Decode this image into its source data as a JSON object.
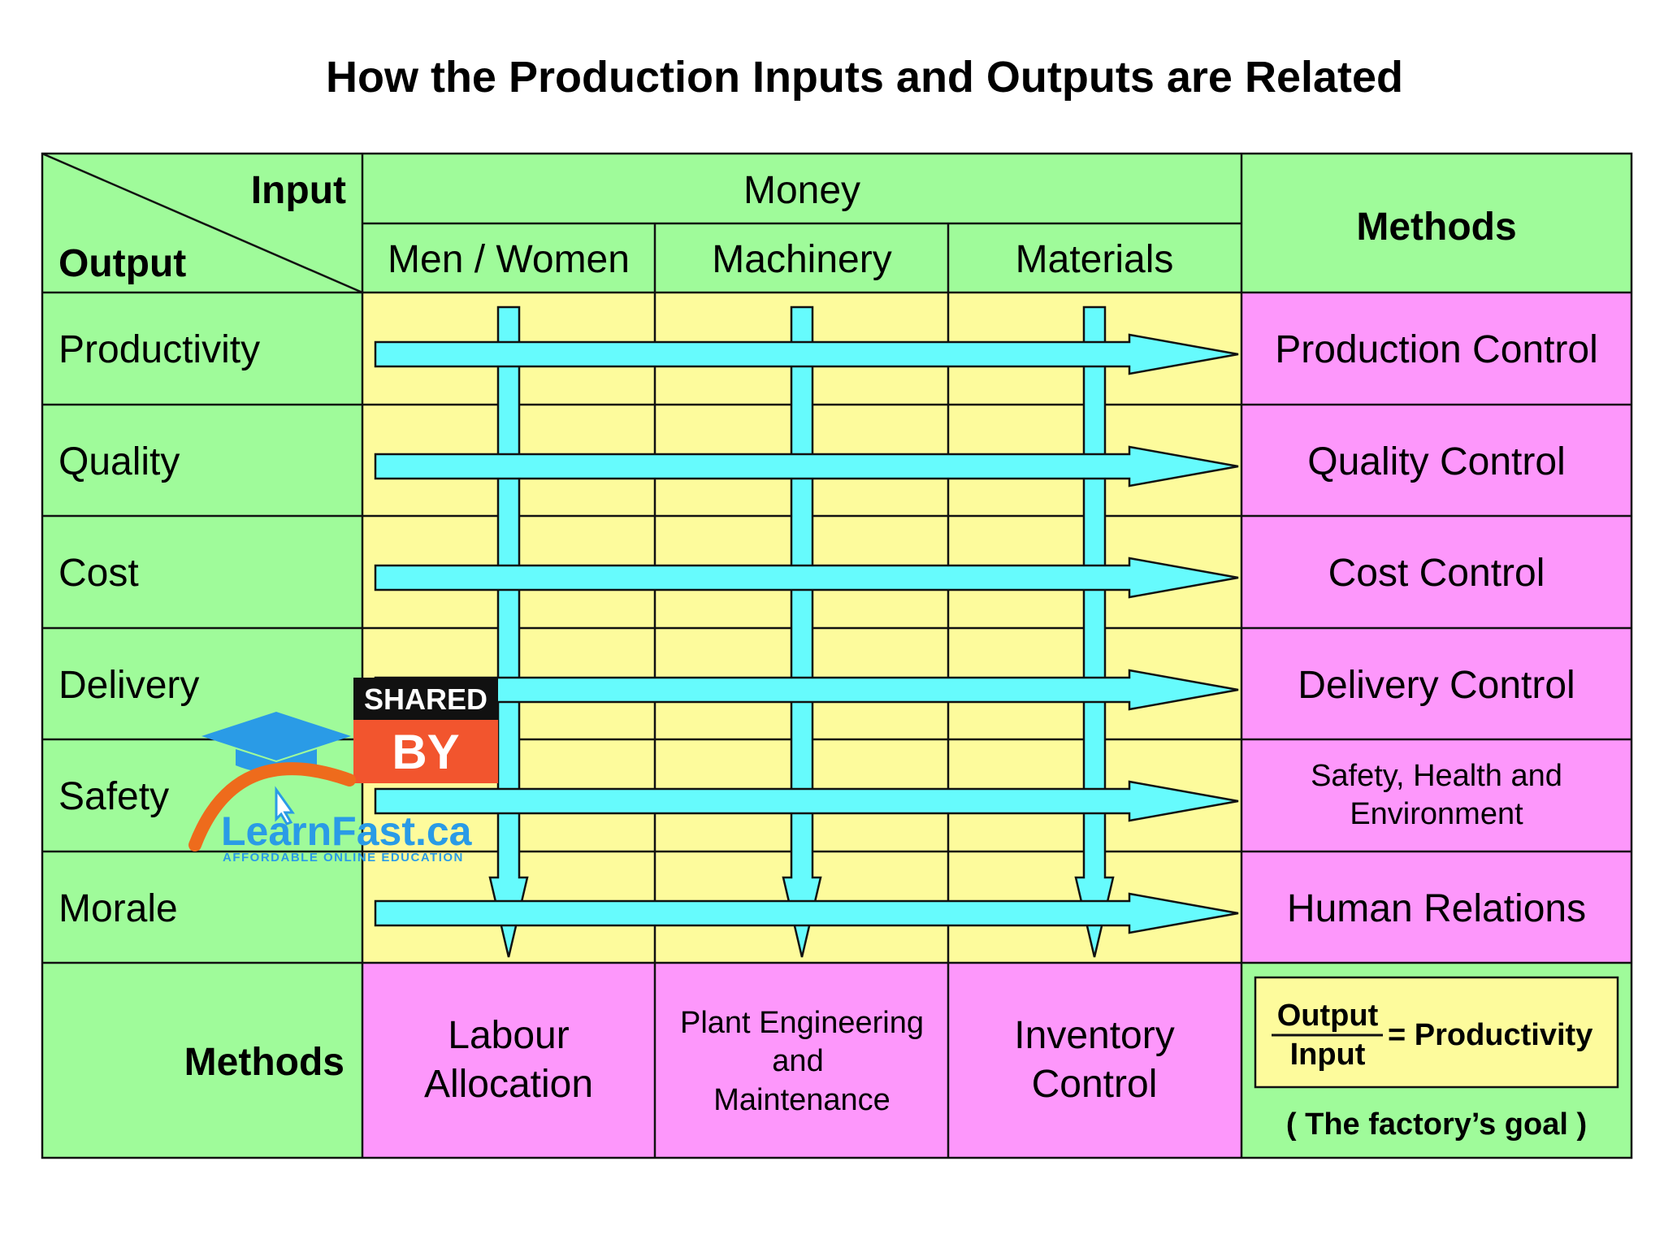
{
  "title": "How the Production Inputs and Outputs are Related",
  "header": {
    "input_label": "Input",
    "output_label": "Output",
    "money_label": "Money",
    "methods_label": "Methods",
    "columns": [
      "Men / Women",
      "Machinery",
      "Materials"
    ]
  },
  "rows": [
    {
      "output": "Productivity",
      "method": [
        "Production Control"
      ]
    },
    {
      "output": "Quality",
      "method": [
        "Quality Control"
      ]
    },
    {
      "output": "Cost",
      "method": [
        "Cost Control"
      ]
    },
    {
      "output": "Delivery",
      "method": [
        "Delivery Control"
      ]
    },
    {
      "output": "Safety",
      "method": [
        "Safety, Health and",
        "Environment"
      ]
    },
    {
      "output": "Morale",
      "method": [
        "Human Relations"
      ]
    }
  ],
  "bottom": {
    "methods_label": "Methods",
    "column_methods": [
      [
        "Labour",
        "Allocation"
      ],
      [
        "Plant Engineering",
        "and",
        "Maintenance"
      ],
      [
        "Inventory",
        "Control"
      ]
    ],
    "formula": {
      "numerator": "Output",
      "denominator": "Input",
      "result": "= Productivity",
      "goal": "( The factory’s goal )"
    }
  },
  "watermark": {
    "shared_text": "SHARED",
    "by_text": "BY",
    "brand": "LearnFast.ca",
    "tagline": "AFFORDABLE ONLINE EDUCATION"
  },
  "colors": {
    "green": "#9ffb9a",
    "yellow": "#fdfb9c",
    "pink": "#fd97fb",
    "arrow": "#66fbfd",
    "formula_box": "#fdfb9c",
    "brand_blue": "#2a9be6",
    "brand_orange": "#ee6b1c",
    "badge_red": "#f2552e"
  }
}
